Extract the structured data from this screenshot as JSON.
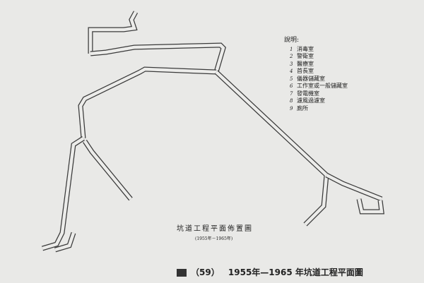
{
  "legend": {
    "title": "說明:",
    "items": [
      {
        "num": "1",
        "label": "消毒室"
      },
      {
        "num": "2",
        "label": "警衛室"
      },
      {
        "num": "3",
        "label": "醫療室"
      },
      {
        "num": "4",
        "label": "首長室"
      },
      {
        "num": "5",
        "label": "儀器儲藏室"
      },
      {
        "num": "6",
        "label": "工作室或一般儲藏室"
      },
      {
        "num": "7",
        "label": "發電機室"
      },
      {
        "num": "8",
        "label": "濾風過濾室"
      },
      {
        "num": "9",
        "label": "廁所"
      }
    ]
  },
  "drawing": {
    "title": "坑道工程平面佈置圖",
    "subtitle": "(1955年－1965年)"
  },
  "caption": {
    "figure": "（59）",
    "text": "1955年—1965 年坑道工程平面圖"
  }
}
